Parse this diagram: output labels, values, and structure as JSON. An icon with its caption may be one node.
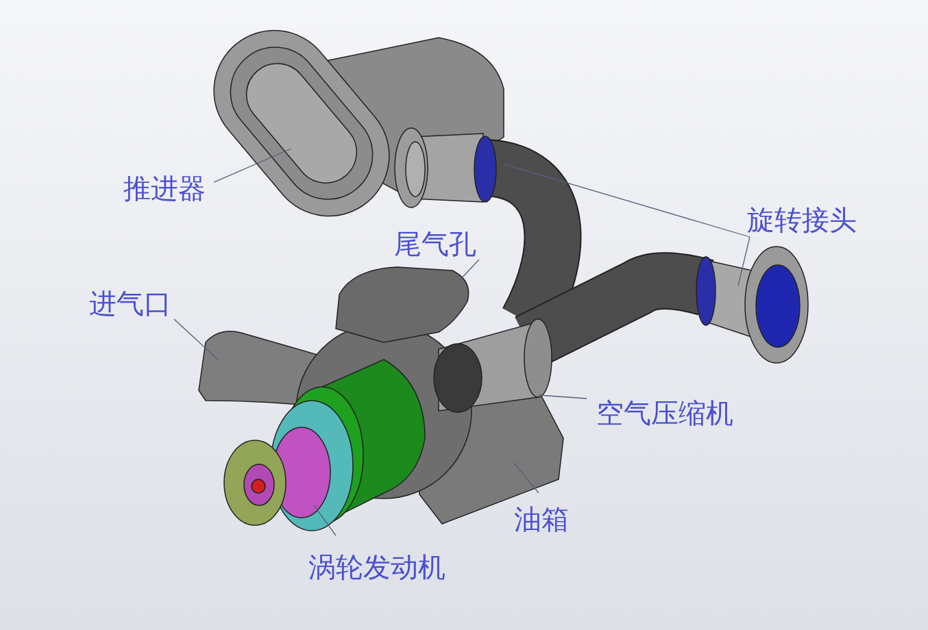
{
  "diagram": {
    "nodes": [
      {
        "text": [
          "推进器"
        ]
      },
      {
        "text": [
          "旋转接头"
        ]
      },
      {
        "text": [
          "尾气孔"
        ]
      },
      {
        "text": [
          "进气口"
        ]
      },
      {
        "text": [
          "空气压缩机"
        ]
      },
      {
        "text": [
          "油箱"
        ]
      },
      {
        "text": [
          "涡轮发动机"
        ]
      }
    ],
    "edges": [
      {
        "from": 0,
        "to": null,
        "arrow": "none"
      },
      {
        "from": 1,
        "to": null,
        "arrow": "none"
      },
      {
        "from": 1,
        "to": null,
        "arrow": "none"
      },
      {
        "from": 2,
        "to": null,
        "arrow": "none"
      },
      {
        "from": 3,
        "to": null,
        "arrow": "none"
      },
      {
        "from": 4,
        "to": null,
        "arrow": "none"
      },
      {
        "from": 5,
        "to": null,
        "arrow": "none"
      },
      {
        "from": 6,
        "to": null,
        "arrow": "none"
      }
    ]
  }
}
